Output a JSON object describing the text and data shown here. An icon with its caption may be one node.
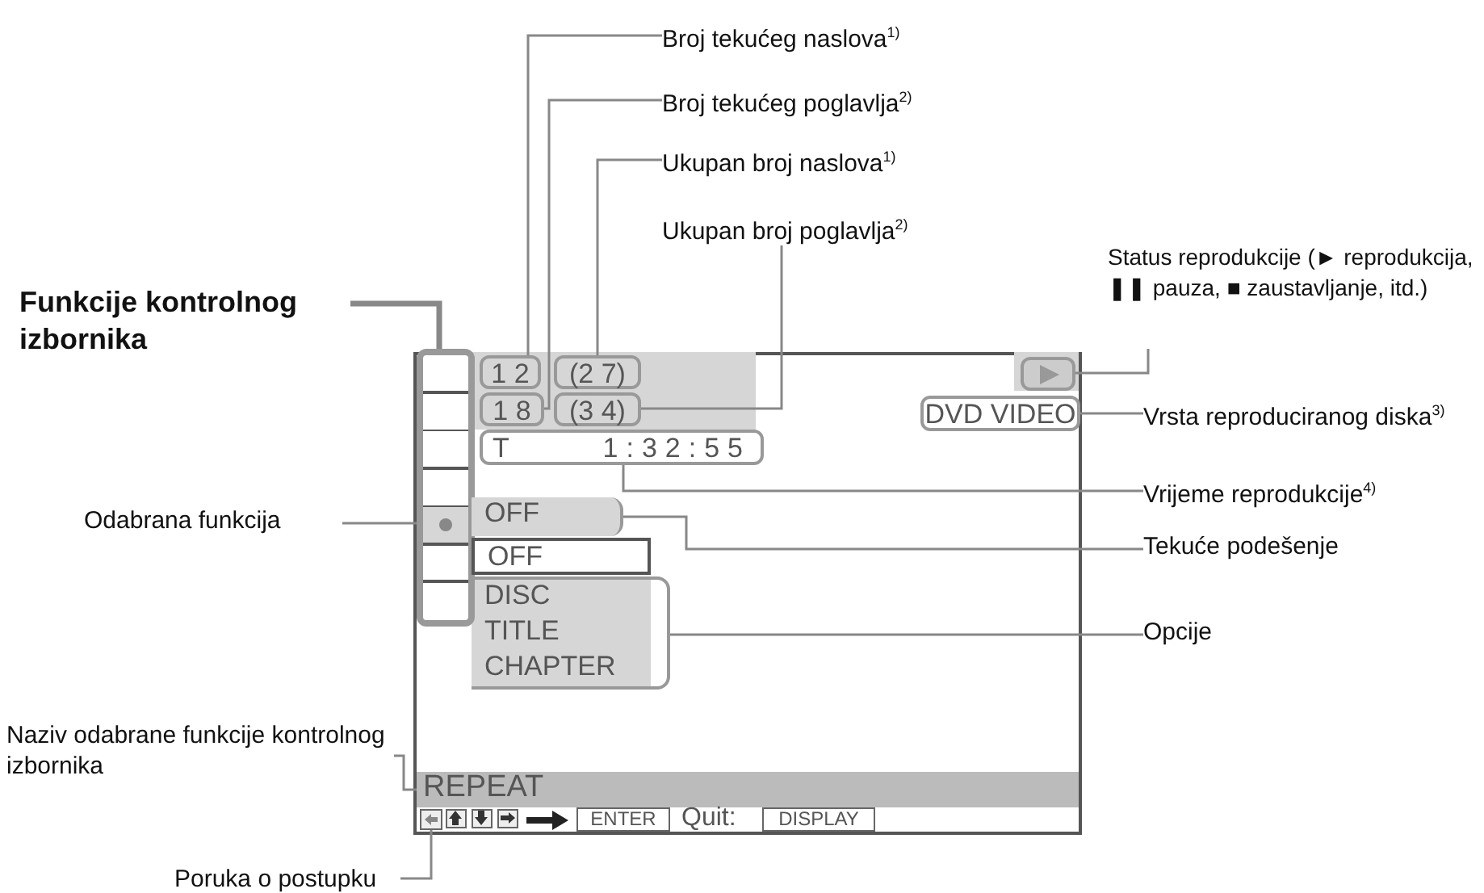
{
  "diagram": {
    "nodes": [
      {
        "text": [
          "Broj tekućeg naslova$^{1)}$"
        ]
      },
      {
        "text": [
          "Broj tekućeg poglavlja$^{2)}$"
        ]
      },
      {
        "text": [
          "Ukupan broj naslova$^{1)}$"
        ]
      },
      {
        "text": [
          "Ukupan broj poglavlja$^{2)}$"
        ]
      },
      {
        "text": [
          "Status reprodukcije (► reprodukcija, ❚❚ pauza, ■ zaustavljanje, itd.)"
        ]
      },
      {
        "text": [
          "Funkcije kontrolnog izbornika"
        ]
      },
      {
        "text": [
          "Vrsta reproduciranog diska$^{3)}$"
        ]
      },
      {
        "text": [
          "Vrijeme reprodukcije$^{4)}$"
        ]
      },
      {
        "text": [
          "Odabrana funkcija"
        ]
      },
      {
        "text": [
          "Tekuće podešenje"
        ]
      },
      {
        "text": [
          "Opcije"
        ]
      },
      {
        "text": [
          "Naziv odabrane funkcije kontrolnog izbornika"
        ]
      },
      {
        "text": [
          "Poruka o postupku"
        ]
      },
      {
        "text": [
          "1 2"
        ]
      },
      {
        "text": [
          "1 8"
        ]
      },
      {
        "text": [
          "(2 7)"
        ]
      },
      {
        "text": [
          "(3 4)"
        ]
      },
      {
        "text": [],
        "shape": "picture"
      },
      {
        "text": [
          "DVD VIDEO"
        ]
      },
      {
        "text": [
          "T",
          "1:32:55"
        ]
      },
      {
        "text": [],
        "shape": "box"
      },
      {
        "text": [],
        "shape": "box",
        "in": 20
      },
      {
        "text": [
          "OFF"
        ]
      },
      {
        "text": [
          "DISC",
          "TITLE",
          "CHAPTER"
        ]
      },
      {
        "text": [
          "REPEAT"
        ]
      },
      {
        "text": [],
        "shape": "picture"
      }
    ],
    "edges": [
      {
        "from": 0,
        "to": 13,
        "arrow": "none"
      },
      {
        "from": 1,
        "to": 14,
        "arrow": "none"
      },
      {
        "from": 2,
        "to": 15,
        "arrow": "none"
      },
      {
        "from": 3,
        "to": 16,
        "arrow": "none"
      },
      {
        "from": 4,
        "to": 17,
        "arrow": "none"
      },
      {
        "from": 5,
        "to": 20,
        "arrow": "none",
        "style": "thick"
      },
      {
        "from": 6,
        "to": 18,
        "arrow": "none"
      },
      {
        "from": 7,
        "to": 19,
        "arrow": "none"
      },
      {
        "from": 8,
        "to": 21,
        "arrow": "none"
      },
      {
        "from": 9,
        "to": 22,
        "arrow": "none"
      },
      {
        "from": 10,
        "to": 23,
        "arrow": "none"
      },
      {
        "from": 11,
        "to": 24,
        "arrow": "none"
      },
      {
        "from": 12,
        "to": 25,
        "arrow": "none"
      }
    ],
    "labels": [
      "OFF",
      "ENTER",
      "Quit:",
      "DISPLAY"
    ]
  }
}
